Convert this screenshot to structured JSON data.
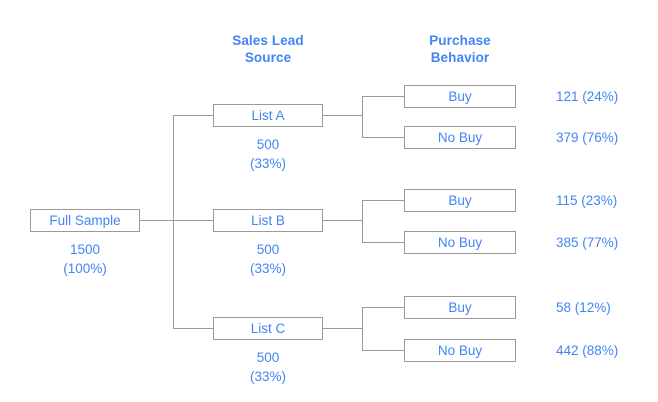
{
  "headers": [
    {
      "label": "Sales Lead\nSource"
    },
    {
      "label": "Purchase\nBehavior"
    }
  ],
  "root": {
    "label": "Full Sample",
    "count": "1500",
    "percent": "(100%)"
  },
  "branches": [
    {
      "label": "List A",
      "count": "500",
      "percent": "(33%)",
      "outcomes": [
        {
          "label": "Buy",
          "value": "121 (24%)"
        },
        {
          "label": "No Buy",
          "value": "379 (76%)"
        }
      ]
    },
    {
      "label": "List B",
      "count": "500",
      "percent": "(33%)",
      "outcomes": [
        {
          "label": "Buy",
          "value": "115 (23%)"
        },
        {
          "label": "No Buy",
          "value": "385 (77%)"
        }
      ]
    },
    {
      "label": "List C",
      "count": "500",
      "percent": "(33%)",
      "outcomes": [
        {
          "label": "Buy",
          "value": "58 (12%)"
        },
        {
          "label": "No Buy",
          "value": "442 (88%)"
        }
      ]
    }
  ],
  "colors": {
    "text_blue": "#4285f4",
    "line_gray": "#9a9a9a",
    "background": "#ffffff"
  }
}
